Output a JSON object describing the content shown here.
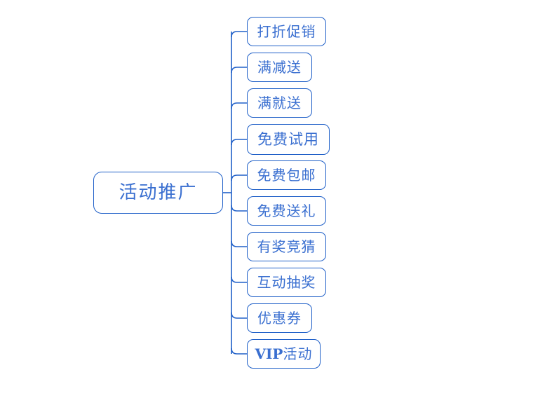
{
  "diagram": {
    "type": "mind-map",
    "title": "活动推广",
    "background_color": "#ffffff",
    "border_color": "#2060c8",
    "text_color": "#3a6fd0",
    "orientation": "left-root-right-children",
    "child_count": 10
  },
  "root": {
    "label": "活动推广"
  },
  "children": [
    {
      "label": "打折促销"
    },
    {
      "label": "满减送"
    },
    {
      "label": "满就送"
    },
    {
      "label": "免费试用"
    },
    {
      "label": "免费包邮"
    },
    {
      "label": "免费送礼"
    },
    {
      "label": "有奖竞猜"
    },
    {
      "label": "互动抽奖"
    },
    {
      "label": "优惠券"
    },
    {
      "label": "VIP活动"
    }
  ],
  "vip_node": {
    "latin_part": "VIP",
    "cjk_part": "活动"
  }
}
